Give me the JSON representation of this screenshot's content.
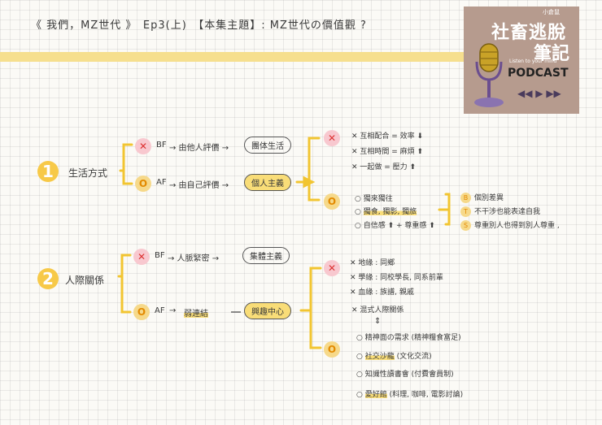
{
  "header": {
    "title": "《 我們，MZ世代 》　Ep3(上)　【本集主題】: MZ世代の價值觀 ?"
  },
  "cover": {
    "brand": "小倉鼠",
    "title_top": "社畜逃脫",
    "title_bottom": "筆記",
    "tagline": "Listen to your mind",
    "podcast": "PODCAST",
    "controls": "◀◀ ▶ ▶▶"
  },
  "section1": {
    "number": "1",
    "label": "生活方式",
    "bf": {
      "mark": "✕",
      "tag": "BF",
      "text": "→ 由他人評價 →",
      "concept": "團体生活"
    },
    "af": {
      "mark": "O",
      "tag": "AF",
      "text": "→ 由自己評價 →",
      "concept": "個人主義"
    },
    "cons": {
      "mark": "✕",
      "items": [
        "✕ 互相配合 = 效率 ⬇",
        "✕ 互相時間 = 麻煩 ⬆",
        "✕ 一起做 = 壓力 ⬆"
      ]
    },
    "pros": {
      "mark": "O",
      "items": [
        "獨來獨往",
        "獨食, 獨影, 獨旅",
        "自信感 ⬆ + 尊重感 ⬆"
      ]
    },
    "details": [
      {
        "badge": "B",
        "text": "個別差異"
      },
      {
        "badge": "T",
        "text": "不干涉也能表達自我"
      },
      {
        "badge": "S",
        "text": "尊重別人也得到別人尊重 ,"
      }
    ]
  },
  "section2": {
    "number": "2",
    "label": "人際關係",
    "bf": {
      "mark": "✕",
      "tag": "BF",
      "text": "→ 人脈緊密 →",
      "concept": "集體主義"
    },
    "af": {
      "mark": "O",
      "tag": "AF",
      "text": "→",
      "mid": "弱連結",
      "concept": "興趣中心"
    },
    "cons": {
      "mark": "✕",
      "items": [
        "✕ 地緣 : 同鄉",
        "✕ 學緣 : 同校學長, 同系前輩",
        "✕ 血緣 : 族譜, 親戚"
      ]
    },
    "pros_head": "✕ 混式人際關係",
    "arrow": "⇕",
    "pros": {
      "mark": "O",
      "items": [
        {
          "main": "精神面の需求",
          "note": "(精神糧食富足)"
        },
        {
          "main": "社交沙龍",
          "note": "(文化交流)"
        },
        {
          "main": "知識性讀書會",
          "note": "(付費會員制)"
        },
        {
          "main": "愛好館",
          "note": "(料理, 咖啡, 電影討論)"
        }
      ]
    }
  }
}
